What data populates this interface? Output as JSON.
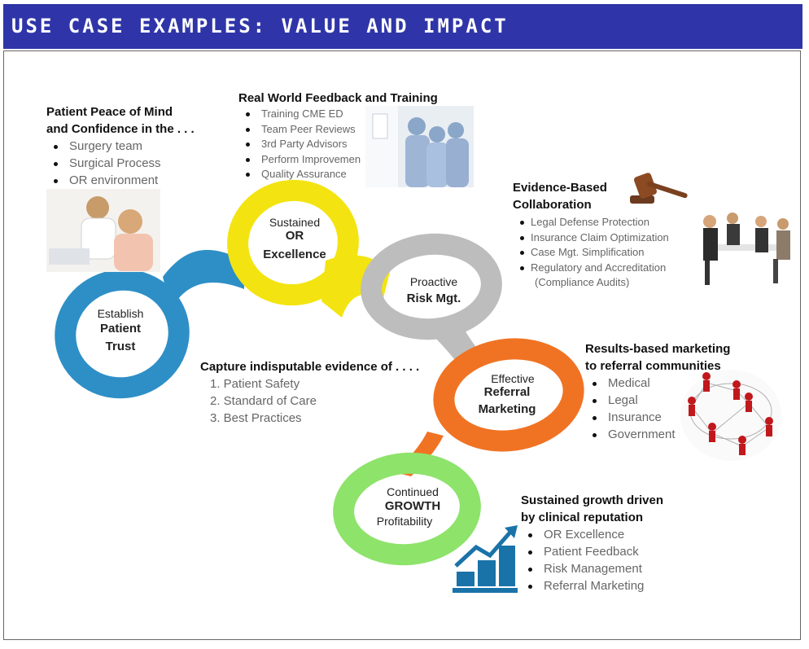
{
  "banner": {
    "title": "USE CASE EXAMPLES:   VALUE AND IMPACT"
  },
  "colors": {
    "banner": "#2f35a8",
    "blue": "#2e8fc6",
    "yellow": "#f3e411",
    "gray": "#bdbdbd",
    "orange": "#f07323",
    "green": "#8ee36b"
  },
  "nodes": {
    "trust": {
      "line1": "Establish",
      "line2": "Patient",
      "line3": "Trust"
    },
    "excellence": {
      "line1": "Sustained",
      "line2": "OR",
      "line3": "Excellence"
    },
    "risk": {
      "line1": "Proactive",
      "line2": "Risk Mgt."
    },
    "referral": {
      "line1": "Effective",
      "line2": "Referral",
      "line3": "Marketing"
    },
    "growth": {
      "line1": "Continued",
      "line2": "GROWTH",
      "line3": "Profitability"
    }
  },
  "sections": {
    "peace": {
      "heading1": "Patient Peace of Mind",
      "heading2": "and Confidence in the . . .",
      "items": [
        "Surgery team",
        "Surgical Process",
        "OR environment"
      ]
    },
    "feedback": {
      "heading": "Real World Feedback and Training",
      "items": [
        "Training CME ED",
        "Team Peer Reviews",
        "3rd Party Advisors",
        "Perform Improvemen",
        "Quality Assurance"
      ]
    },
    "evidence": {
      "heading1": "Evidence-Based",
      "heading2": "Collaboration",
      "items": [
        "Legal Defense Protection",
        "Insurance Claim Optimization",
        "Case Mgt. Simplification",
        "Regulatory and Accreditation"
      ],
      "sub": "(Compliance Audits)"
    },
    "capture": {
      "heading": "Capture indisputable evidence of . . . .",
      "items": [
        "1. Patient Safety",
        "2. Standard of Care",
        "3. Best Practices"
      ]
    },
    "marketing": {
      "heading1": "Results-based marketing",
      "heading2": "to referral communities",
      "items": [
        "Medical",
        "Legal",
        "Insurance",
        "Government"
      ]
    },
    "growth": {
      "heading1": "Sustained growth driven",
      "heading2": "by clinical reputation",
      "items": [
        "OR Excellence",
        "Patient Feedback",
        "Risk Management",
        "Referral Marketing"
      ]
    }
  },
  "images": {
    "doctor": "doctor-patient-photo",
    "surgeons": "surgeons-photo",
    "gavel": "gavel-icon",
    "meeting": "meeting-photo",
    "network": "network-people-icon",
    "growth_chart": "growth-chart-icon"
  }
}
